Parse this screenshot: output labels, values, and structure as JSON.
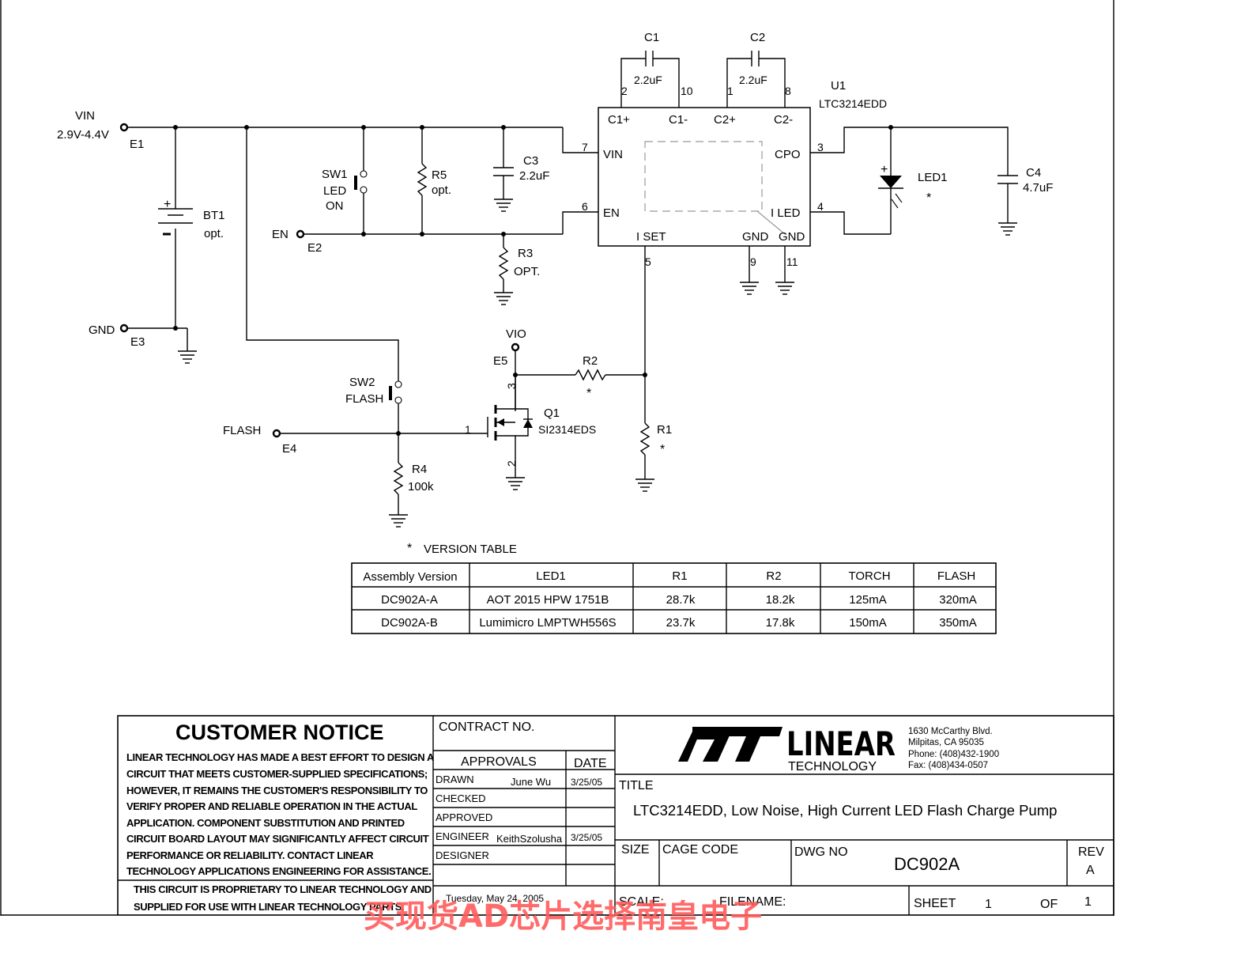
{
  "vin": {
    "label": "VIN",
    "range": "2.9V-4.4V",
    "terminal": "E1"
  },
  "gnd": {
    "label": "GND",
    "terminal": "E3"
  },
  "en": {
    "label": "EN",
    "terminal": "E2"
  },
  "flash_in": {
    "label": "FLASH",
    "terminal": "E4"
  },
  "vio": {
    "label": "VIO",
    "terminal": "E5"
  },
  "bt1": {
    "ref": "BT1",
    "value": "opt.",
    "plus": "+"
  },
  "sw1": {
    "ref": "SW1",
    "line2": "LED",
    "line3": "ON"
  },
  "sw2": {
    "ref": "SW2",
    "line2": "FLASH"
  },
  "r5": {
    "ref": "R5",
    "value": "opt."
  },
  "c3": {
    "ref": "C3",
    "value": "2.2uF"
  },
  "r3": {
    "ref": "R3",
    "value": "OPT."
  },
  "c1": {
    "ref": "C1",
    "value": "2.2uF",
    "pin_a": "2",
    "pin_b": "10"
  },
  "c2": {
    "ref": "C2",
    "value": "2.2uF",
    "pin_a": "1",
    "pin_b": "8"
  },
  "u1": {
    "ref": "U1",
    "part": "LTC3214EDD",
    "pins": {
      "c1p": "C1+",
      "c1m": "C1-",
      "c2p": "C2+",
      "c2m": "C2-",
      "vin": "VIN",
      "en": "EN",
      "cpo": "CPO",
      "iled": "I LED",
      "iset": "I SET",
      "gnd_a": "GND",
      "gnd_b": "GND"
    },
    "pin_numbers": {
      "vin": "7",
      "en": "6",
      "cpo": "3",
      "iled": "4",
      "iset": "5",
      "gnd_a": "9",
      "gnd_b": "11"
    }
  },
  "led1": {
    "ref": "LED1",
    "mark": "*",
    "plus": "+"
  },
  "c4": {
    "ref": "C4",
    "value": "4.7uF"
  },
  "r2": {
    "ref": "R2",
    "mark": "*"
  },
  "r1": {
    "ref": "R1",
    "mark": "*"
  },
  "q1": {
    "ref": "Q1",
    "part": "SI2314EDS",
    "pin_gate": "1",
    "pin_drain": "3",
    "pin_source": "2"
  },
  "r4": {
    "ref": "R4",
    "value": "100k"
  },
  "version_table": {
    "caption_mark": "*",
    "caption": "VERSION TABLE",
    "headers": [
      "Assembly Version",
      "LED1",
      "R1",
      "R2",
      "TORCH",
      "FLASH"
    ],
    "rows": [
      [
        "DC902A-A",
        "AOT 2015 HPW 1751B",
        "28.7k",
        "18.2k",
        "125mA",
        "320mA"
      ],
      [
        "DC902A-B",
        "Lumimicro LMPTWH556S",
        "23.7k",
        "17.8k",
        "150mA",
        "350mA"
      ]
    ]
  },
  "title_block": {
    "notice_title": "CUSTOMER NOTICE",
    "notice_lines": [
      "LINEAR TECHNOLOGY HAS MADE A BEST EFFORT TO DESIGN A",
      "CIRCUIT THAT MEETS CUSTOMER-SUPPLIED SPECIFICATIONS;",
      "HOWEVER, IT REMAINS THE CUSTOMER'S RESPONSIBILITY TO",
      "VERIFY PROPER AND RELIABLE OPERATION IN THE ACTUAL",
      "APPLICATION.  COMPONENT SUBSTITUTION AND PRINTED",
      "CIRCUIT BOARD LAYOUT MAY SIGNIFICANTLY AFFECT CIRCUIT",
      "PERFORMANCE OR RELIABILITY.  CONTACT LINEAR",
      "TECHNOLOGY APPLICATIONS ENGINEERING FOR ASSISTANCE."
    ],
    "proprietary_lines": [
      "THIS CIRCUIT IS PROPRIETARY TO LINEAR TECHNOLOGY AND",
      "SUPPLIED FOR USE WITH LINEAR TECHNOLOGY PARTS."
    ],
    "contract_no": "CONTRACT NO.",
    "approvals": "APPROVALS",
    "date": "DATE",
    "drawn": "DRAWN",
    "drawn_by": "June Wu",
    "drawn_date": "3/25/05",
    "checked": "CHECKED",
    "approved": "APPROVED",
    "engineer": "ENGINEER",
    "engineer_name": "KeithSzolusha",
    "engineer_date": "3/25/05",
    "designer": "DESIGNER",
    "print_date": "Tuesday, May 24, 2005",
    "company_logo": "LINEAR",
    "company_sub": "TECHNOLOGY",
    "address": [
      "1630 McCarthy Blvd.",
      "Milpitas, CA 95035",
      "Phone: (408)432-1900",
      "Fax: (408)434-0507"
    ],
    "title_label": "TITLE",
    "title": "LTC3214EDD, Low Noise, High Current LED Flash Charge Pump",
    "size": "SIZE",
    "cage_code": "CAGE CODE",
    "dwg_no": "DWG NO",
    "dwg_value": "DC902A",
    "rev": "REV",
    "rev_value": "A",
    "scale": "SCALE:",
    "filename": "FILENAME:",
    "sheet": "SHEET",
    "sheet_no": "1",
    "of": "OF",
    "sheet_total": "1"
  },
  "watermark": "买现货AD芯片选择南皇电子"
}
